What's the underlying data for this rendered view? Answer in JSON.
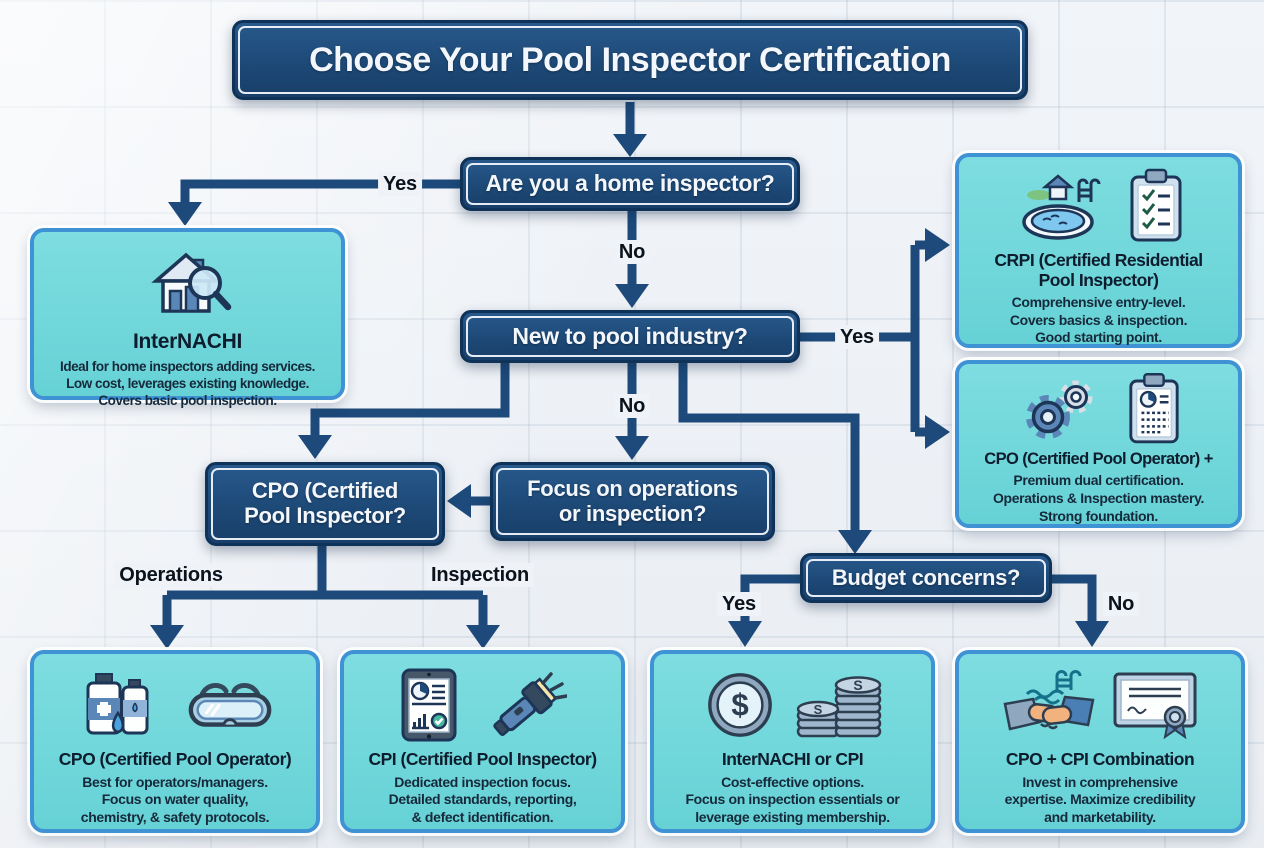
{
  "title": "Choose Your Pool Inspector Certification",
  "decisions": {
    "home_inspector": "Are you a home inspector?",
    "new_to_pool": "New to pool industry?",
    "cpo_node": "CPO (Certified\nPool Inspector?",
    "focus": "Focus on operations\nor inspection?",
    "budget": "Budget concerns?"
  },
  "edge_labels": {
    "home_yes": "Yes",
    "home_no": "No",
    "new_yes": "Yes",
    "new_no": "No",
    "operations": "Operations",
    "inspection": "Inspection",
    "budget_yes": "Yes",
    "budget_no": "No"
  },
  "outcomes": {
    "internachi": {
      "title": "InterNACHI",
      "body": "Ideal for home inspectors adding services.\nLow cost, leverages existing knowledge.\nCovers basic pool inspection.",
      "icons": [
        "house-magnifier-icon"
      ]
    },
    "crpi": {
      "title": "CRPI (Certified Residential\nPool Inspector)",
      "body": "Comprehensive entry-level.\nCovers basics & inspection.\nGood starting point.",
      "icons": [
        "pool-house-icon",
        "checklist-clipboard-icon"
      ]
    },
    "cpo_plus": {
      "title": "CPO (Certified Pool Operator) +",
      "body": "Premium dual certification.\nOperations & Inspection mastery.\nStrong foundation.",
      "icons": [
        "gears-icon",
        "report-clipboard-icon"
      ]
    },
    "cpo": {
      "title": "CPO (Certified Pool Operator)",
      "body": "Best for operators/managers.\nFocus on water quality,\nchemistry, & safety protocols.",
      "icons": [
        "chemicals-icon",
        "goggles-icon"
      ]
    },
    "cpi": {
      "title": "CPI (Certified Pool Inspector)",
      "body": "Dedicated inspection focus.\nDetailed standards, reporting,\n& defect identification.",
      "icons": [
        "tablet-report-icon",
        "flashlight-icon"
      ]
    },
    "internachi_or_cpi": {
      "title": "InterNACHI or CPI",
      "body": "Cost-effective options.\nFocus on inspection essentials or\nleverage existing membership.",
      "icons": [
        "dollar-coin-icon",
        "coin-stacks-icon"
      ]
    },
    "cpo_cpi_combo": {
      "title": "CPO + CPI Combination",
      "body": "Invest in comprehensive\nexpertise. Maximize credibility\nand marketability.",
      "icons": [
        "handshake-pool-icon",
        "certificate-icon"
      ]
    }
  },
  "glyphs": {
    "dollar": "$",
    "coin_s": "S"
  },
  "colors": {
    "node_navy": "#1d4977",
    "node_border": "#0f3258",
    "teal_fill": "#6fd7d9",
    "teal_border": "#3f92d4",
    "arrow": "#1d4a7a",
    "label_text": "#0a121c",
    "outcome_text": "#16293b",
    "background": "#eef1f5"
  }
}
